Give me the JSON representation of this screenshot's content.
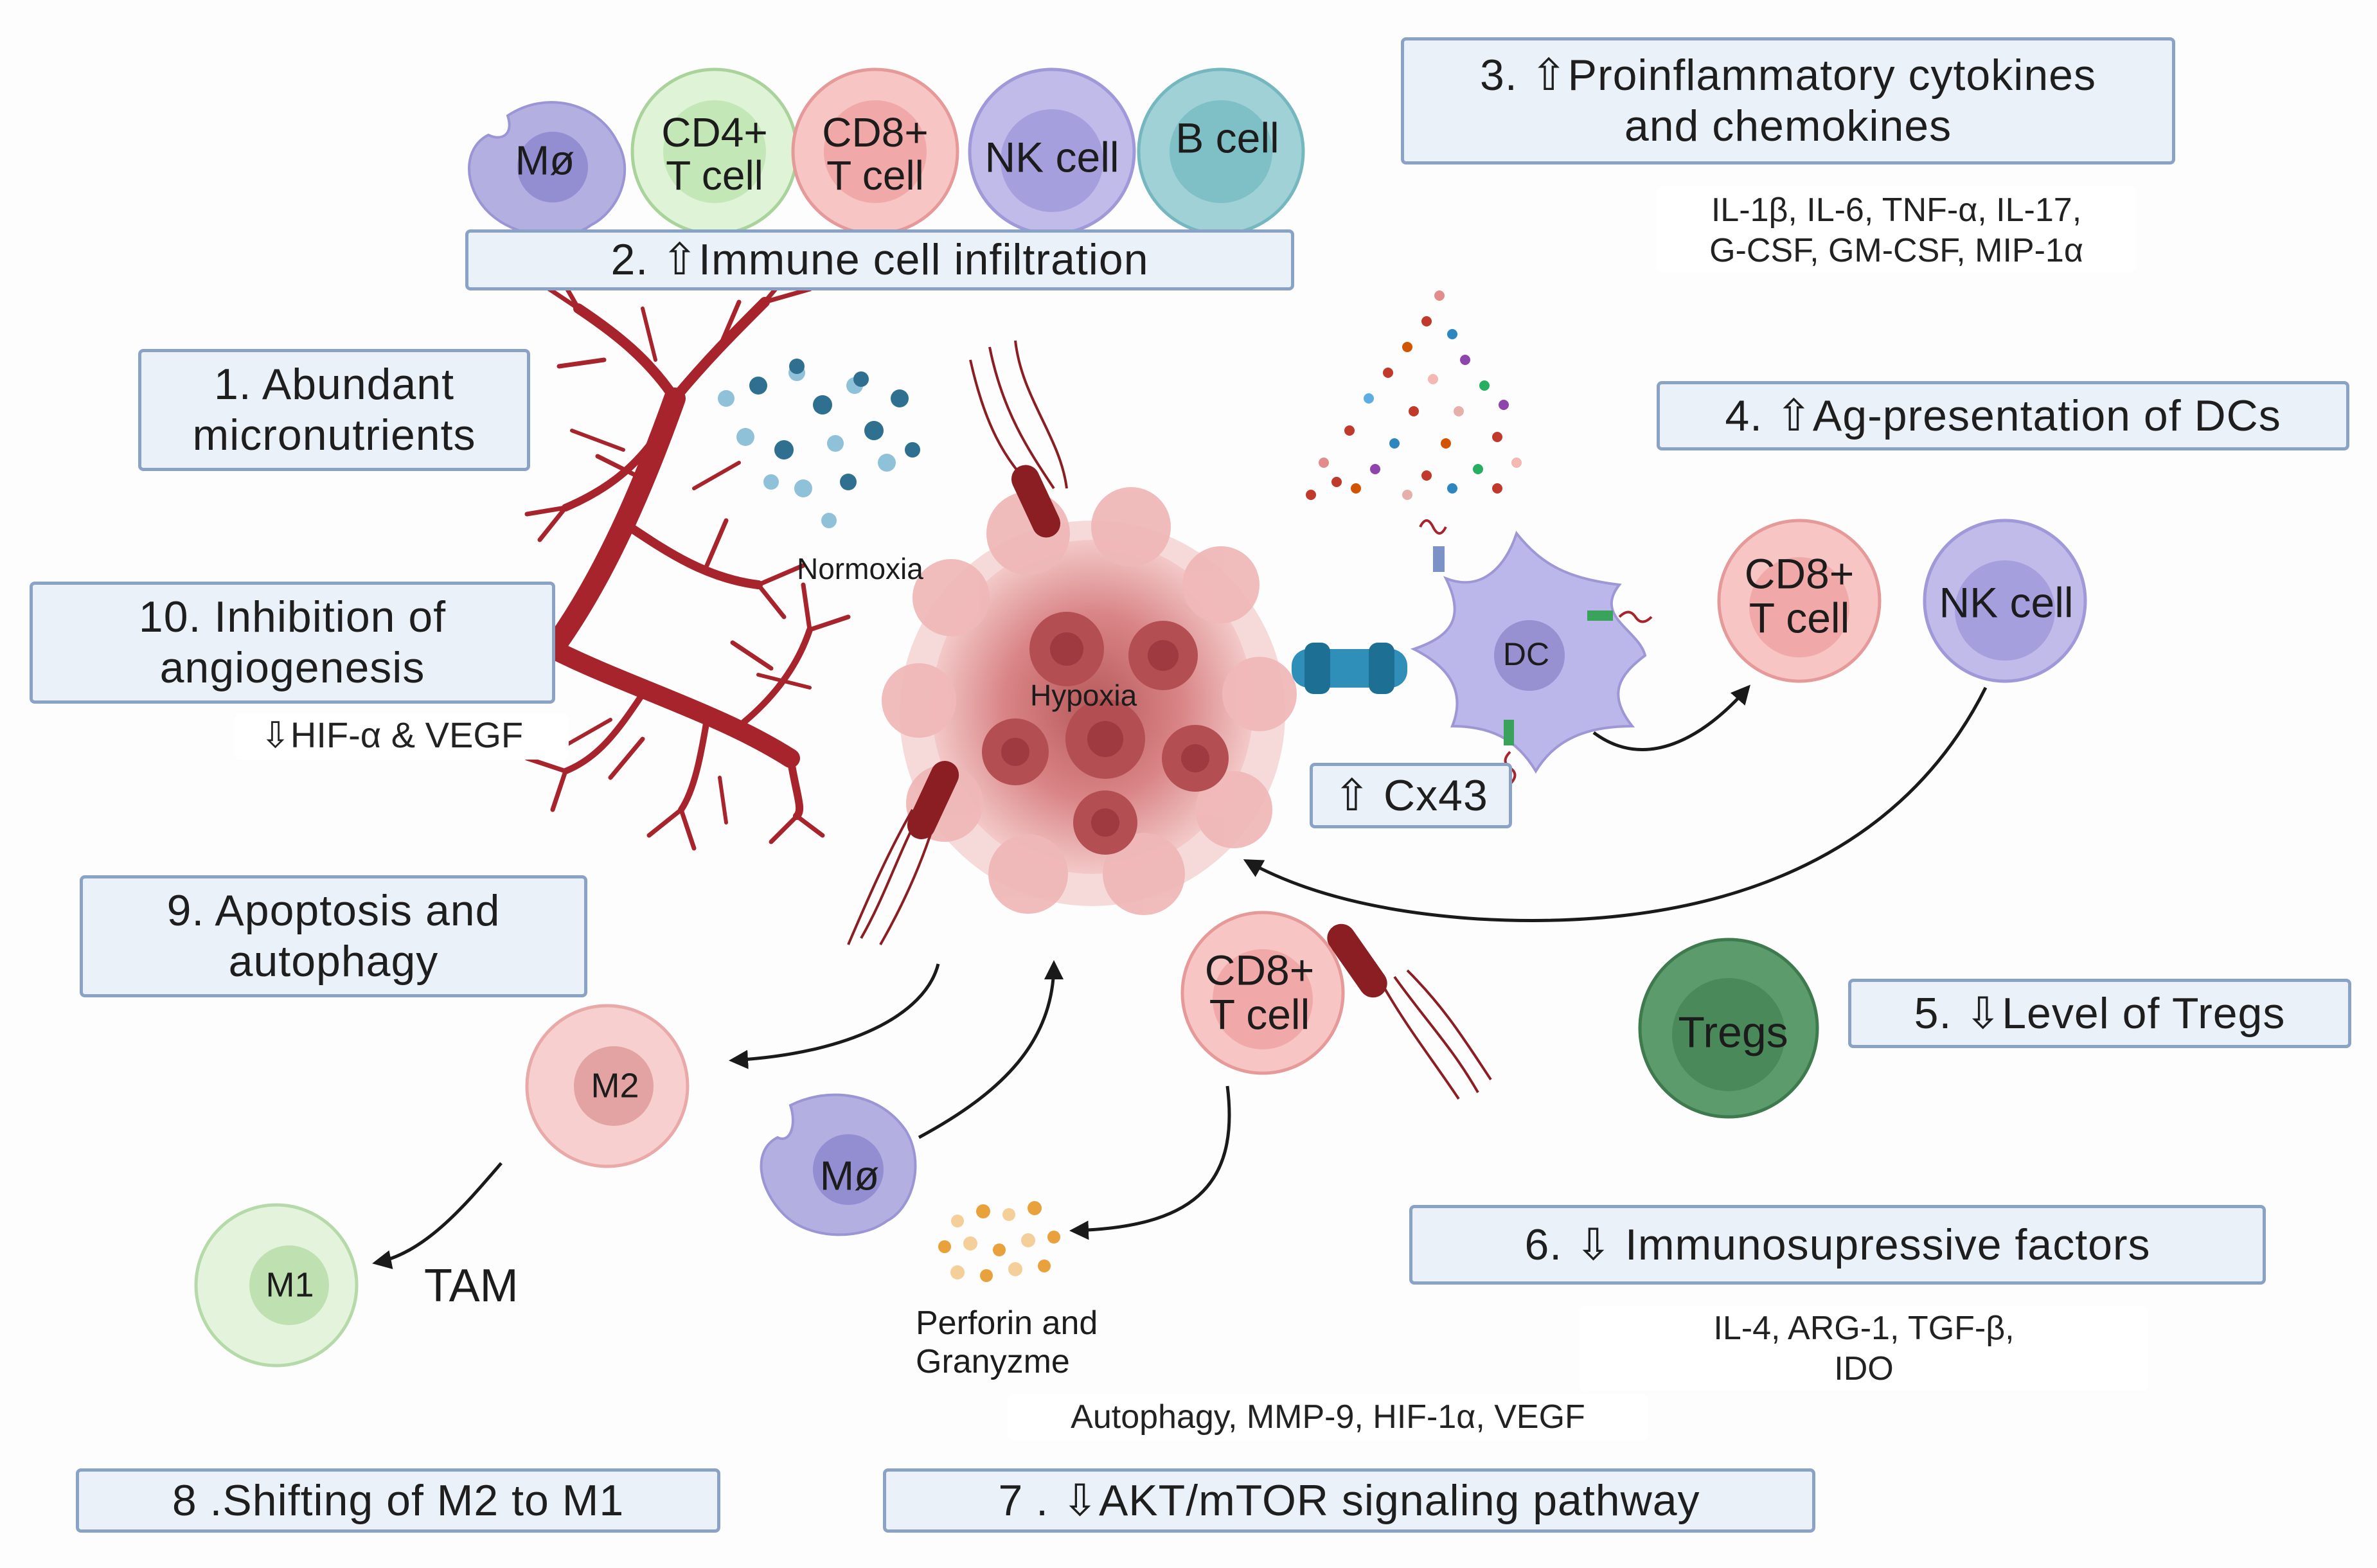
{
  "labels": {
    "abundant_micronutrients": "1. Abundant\nmicronutrients",
    "immune_cell_infiltration": "2. ⇧Immune cell infiltration",
    "proinflammatory": "3. ⇧Proinflammatory cytokines\nand chemokines",
    "ag_presentation": "4.  ⇧Ag-presentation of DCs",
    "level_tregs": "5. ⇩Level of Tregs",
    "immunosuppressive": "6. ⇩ Immunosupressive factors",
    "akt_mtor": "7 . ⇩AKT/mTOR signaling pathway",
    "shifting_m2_m1": "8 .Shifting of M2 to M1",
    "apoptosis_autophagy": "9. Apoptosis and\nautophagy",
    "inhibition_angiogenesis": "10. Inhibition of\nangiogenesis",
    "cx43": "⇧ Cx43"
  },
  "notes": {
    "cytokines_list": "IL-1β, IL-6, TNF-α, IL-17,\nG-CSF, GM-CSF, MIP-1α",
    "hif_vegf": "⇩HIF-α & VEGF",
    "immunosuppressive_list": "IL-4, ARG-1, TGF-β,\nIDO",
    "akt_targets": "Autophagy, MMP-9, HIF-1α, VEGF"
  },
  "texts": {
    "normoxia": "Normoxia",
    "hypoxia": "Hypoxia",
    "tam": "TAM",
    "perforin": "Perforin and\nGranyzme"
  },
  "cells": {
    "macrophage_top": "Mø",
    "cd4_top": "CD4+\nT cell",
    "cd8_top": "CD8+\nT cell",
    "nk_top": "NK cell",
    "bcell_top": "B cell",
    "dc": "DC",
    "cd8_right": "CD8+\nT cell",
    "nk_right": "NK cell",
    "tregs": "Tregs",
    "cd8_center": "CD8+\nT cell",
    "m2": "M2",
    "m1": "M1",
    "macrophage_bottom": "Mø"
  },
  "colors": {
    "label_fill": "#eaf1f9",
    "label_border": "#8aa2c6",
    "vessel": "#a8242c",
    "bacteria": "#8b1e22",
    "macrophage": "#b3afe1",
    "cd4": "#dff3d7",
    "cd8": "#f7c5c4",
    "nk": "#c1bbe9",
    "bcell": "#9fd1d6",
    "tregs": "#5c9c6c",
    "tumor": "#e8a6a6",
    "arrow": "#1a1a1a"
  }
}
